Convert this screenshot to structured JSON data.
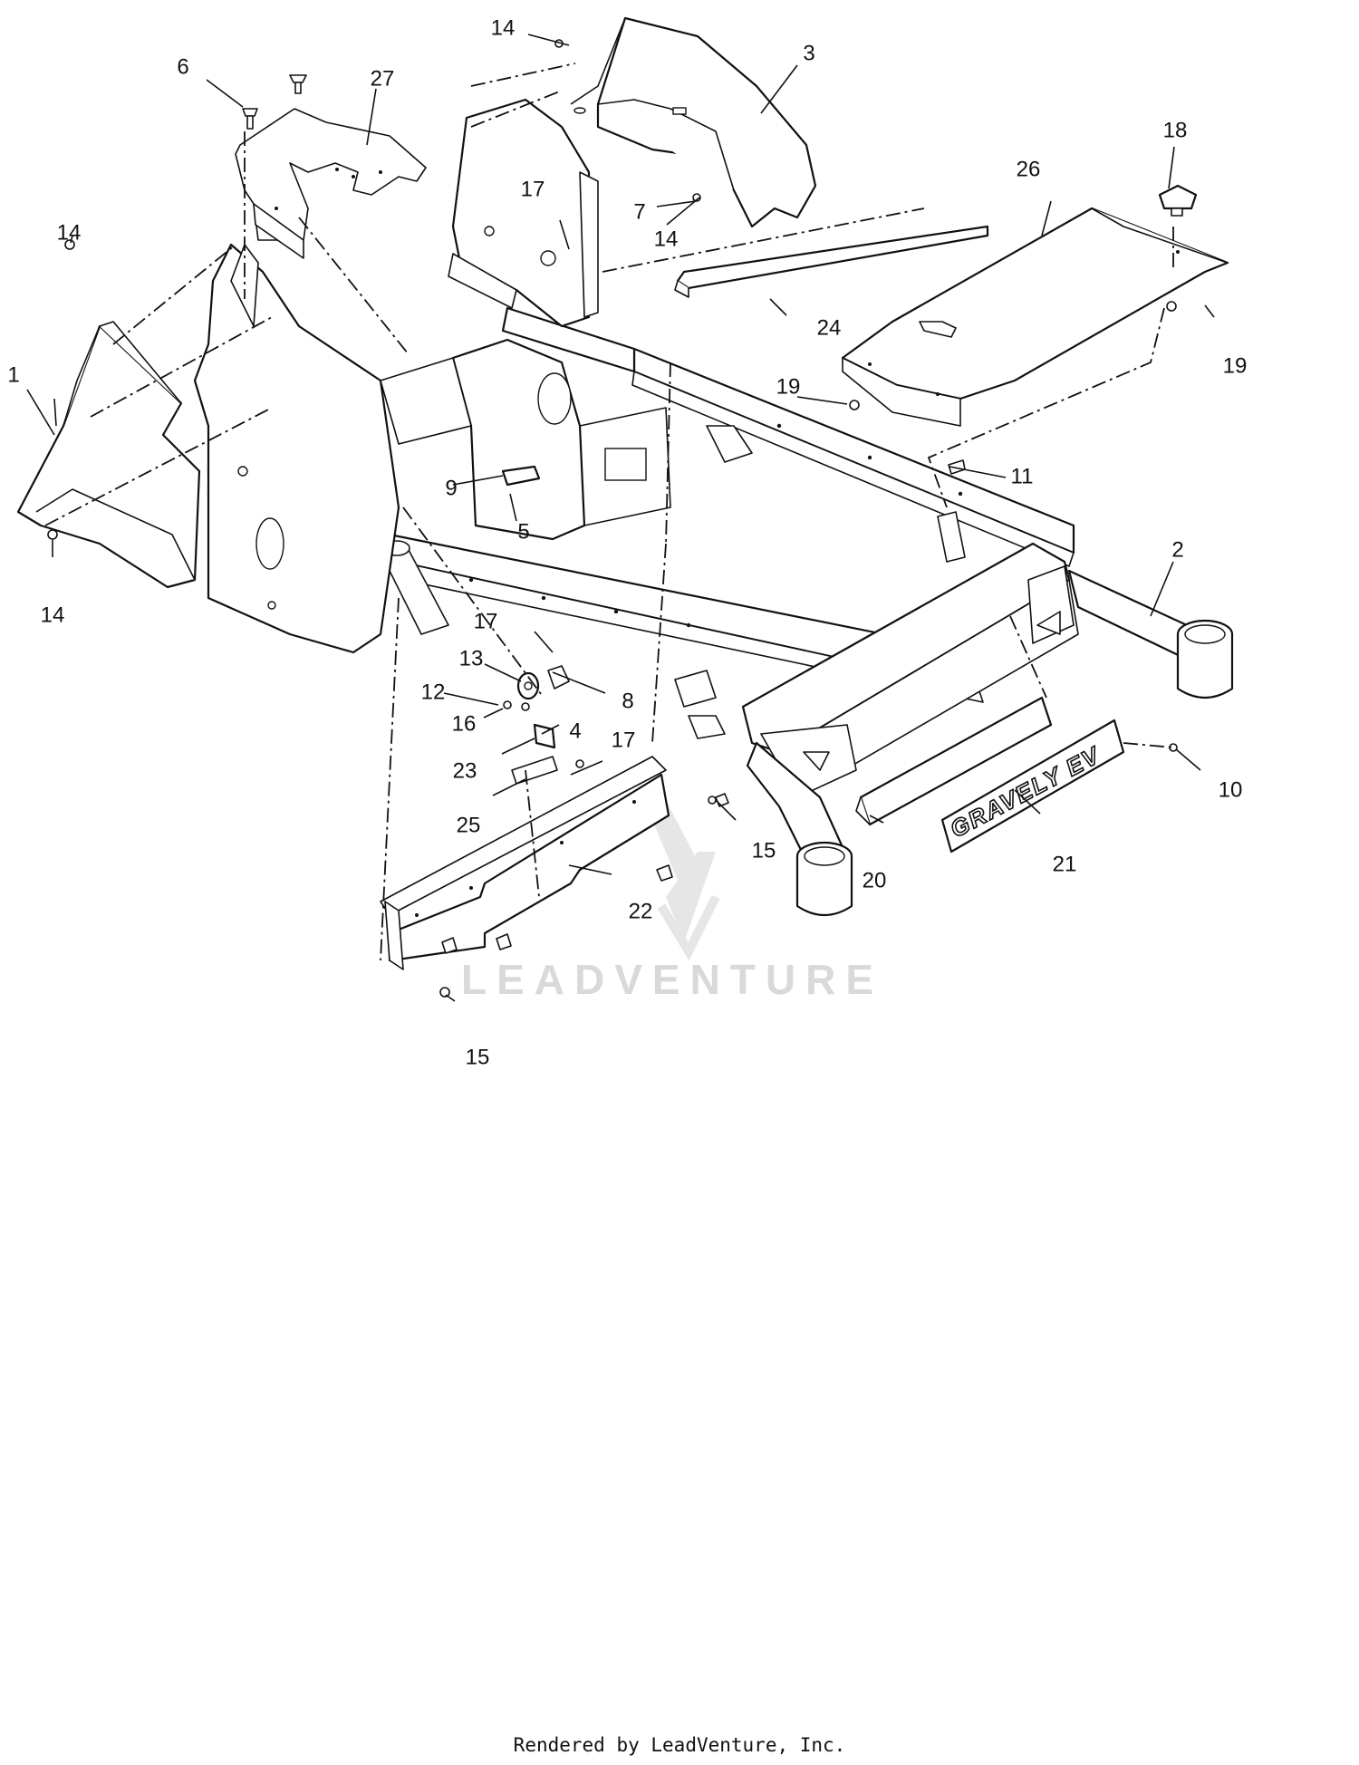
{
  "callouts": [
    {
      "id": "c1",
      "label": "1"
    },
    {
      "id": "c2",
      "label": "2"
    },
    {
      "id": "c3",
      "label": "3"
    },
    {
      "id": "c4",
      "label": "4"
    },
    {
      "id": "c5",
      "label": "5"
    },
    {
      "id": "c6",
      "label": "6"
    },
    {
      "id": "c7",
      "label": "7"
    },
    {
      "id": "c8",
      "label": "8"
    },
    {
      "id": "c9",
      "label": "9"
    },
    {
      "id": "c10",
      "label": "10"
    },
    {
      "id": "c11",
      "label": "11"
    },
    {
      "id": "c12",
      "label": "12"
    },
    {
      "id": "c13",
      "label": "13"
    },
    {
      "id": "c14a",
      "label": "14"
    },
    {
      "id": "c14b",
      "label": "14"
    },
    {
      "id": "c14c",
      "label": "14"
    },
    {
      "id": "c14d",
      "label": "14"
    },
    {
      "id": "c15a",
      "label": "15"
    },
    {
      "id": "c15b",
      "label": "15"
    },
    {
      "id": "c16",
      "label": "16"
    },
    {
      "id": "c17a",
      "label": "17"
    },
    {
      "id": "c17b",
      "label": "17"
    },
    {
      "id": "c17c",
      "label": "17"
    },
    {
      "id": "c18",
      "label": "18"
    },
    {
      "id": "c19a",
      "label": "19"
    },
    {
      "id": "c19b",
      "label": "19"
    },
    {
      "id": "c20",
      "label": "20"
    },
    {
      "id": "c21",
      "label": "21"
    },
    {
      "id": "c22",
      "label": "22"
    },
    {
      "id": "c23",
      "label": "23"
    },
    {
      "id": "c24",
      "label": "24"
    },
    {
      "id": "c25",
      "label": "25"
    },
    {
      "id": "c26",
      "label": "26"
    },
    {
      "id": "c27",
      "label": "27"
    }
  ],
  "plate_logo": "GRAVELY EV",
  "watermark": "LEADVENTURE",
  "footer": "Rendered by LeadVenture, Inc."
}
